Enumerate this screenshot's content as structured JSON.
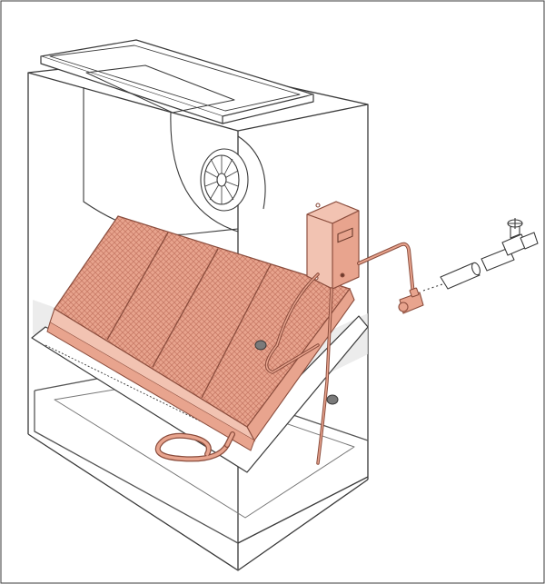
{
  "colors": {
    "background": "#ffffff",
    "line": "#3a3a3a",
    "light_line": "#9a9a9a",
    "copper": "#e8a48e",
    "copper_light": "#f2c3b2",
    "copper_dark": "#c77a66",
    "shadow_gray": "#e4e4e4"
  },
  "icons": [
    "air-handler-cabinet",
    "blower-wheel-icon",
    "evaporator-coil",
    "humidifier-control-box",
    "saddle-valve-icon",
    "water-supply-pipe",
    "drain-hose"
  ]
}
